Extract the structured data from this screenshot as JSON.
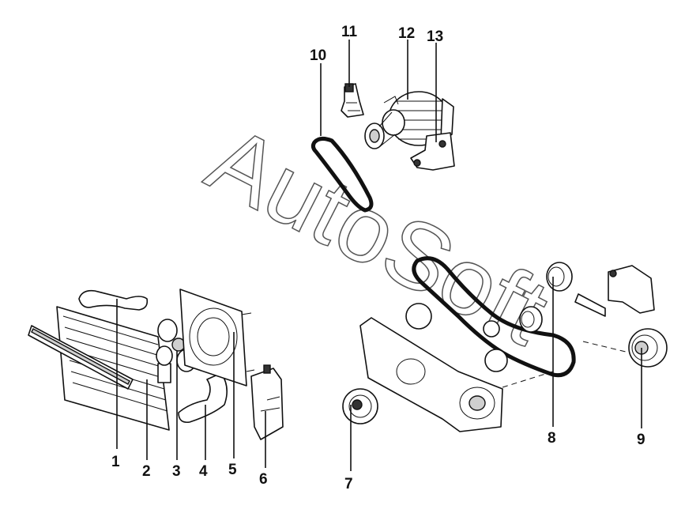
{
  "watermark": "AutoSoft",
  "callouts": [
    "1",
    "2",
    "3",
    "4",
    "5",
    "6",
    "7",
    "8",
    "9",
    "10",
    "11",
    "12",
    "13"
  ],
  "colors": {
    "ink": "#111111",
    "background": "#ffffff",
    "watermark": "#555555"
  }
}
